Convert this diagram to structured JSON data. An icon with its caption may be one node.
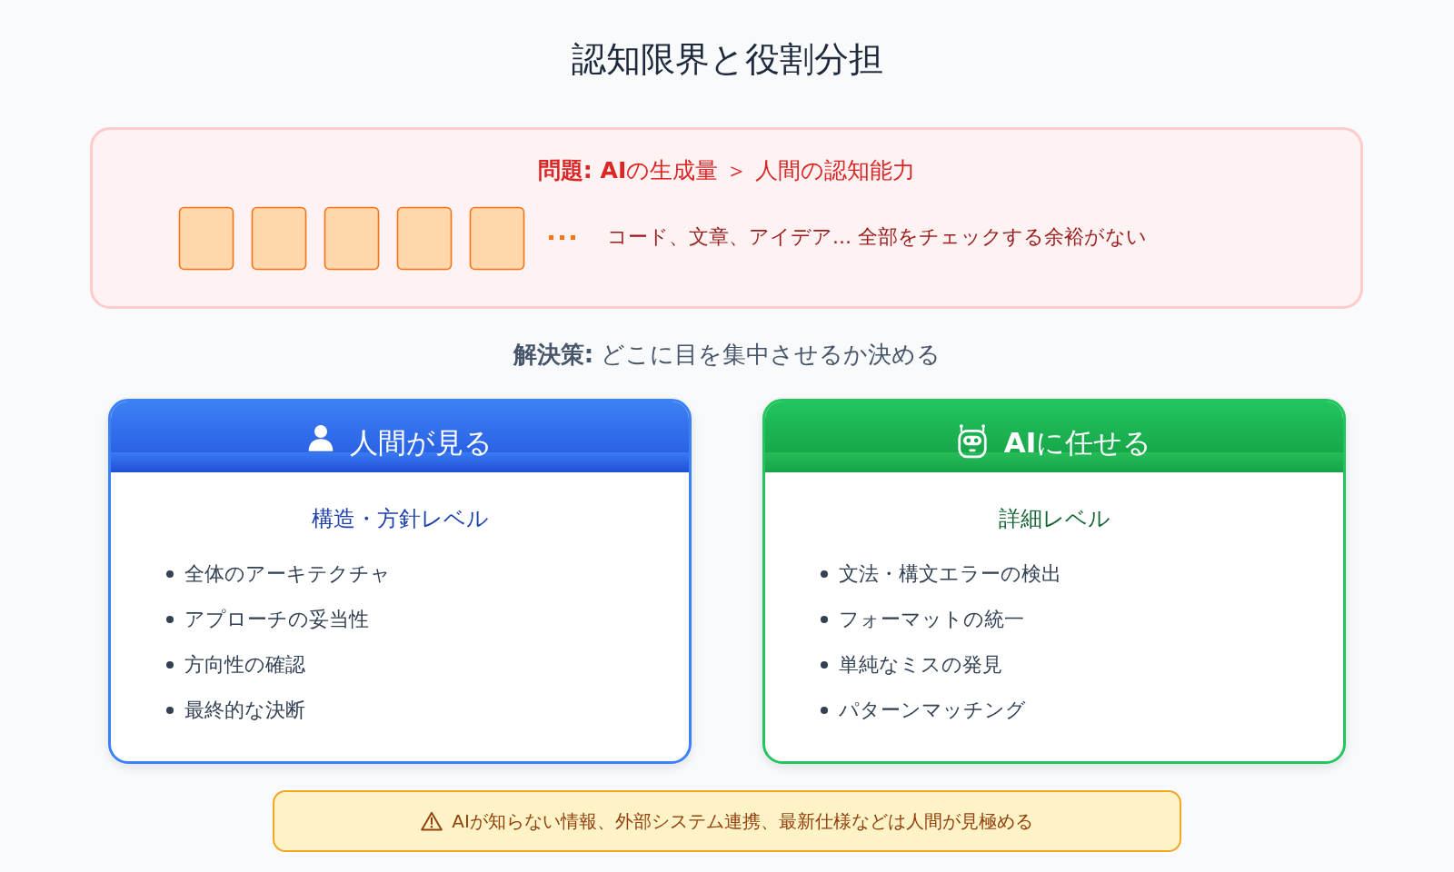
{
  "diagram": {
    "title": "認知限界と役割分担",
    "nodes": [
      {
        "text": [
          "**問題: AI**の生成量 ＞ 人間の認知能力",
          "コード、文章、アイデア... 全部をチェックする余裕がない"
        ]
      },
      {
        "text": [
          "人間が見る",
          "構造・方針レベル",
          "全体のアーキテクチャ",
          "アプローチの妥当性",
          "方向性の確認",
          "最終的な決断"
        ]
      },
      {
        "text": [
          "**AI**に任せる",
          "詳細レベル",
          "文法・構文エラーの検出",
          "フォーマットの統一",
          "単純なミスの発見",
          "パターンマッチング"
        ]
      },
      {
        "text": [
          "AIが知らない情報、外部システム連携、最新仕様などは人間が見極める"
        ]
      }
    ],
    "edges": [],
    "labels": [
      "**解決策:** どこに目を集中させるか決める"
    ]
  }
}
